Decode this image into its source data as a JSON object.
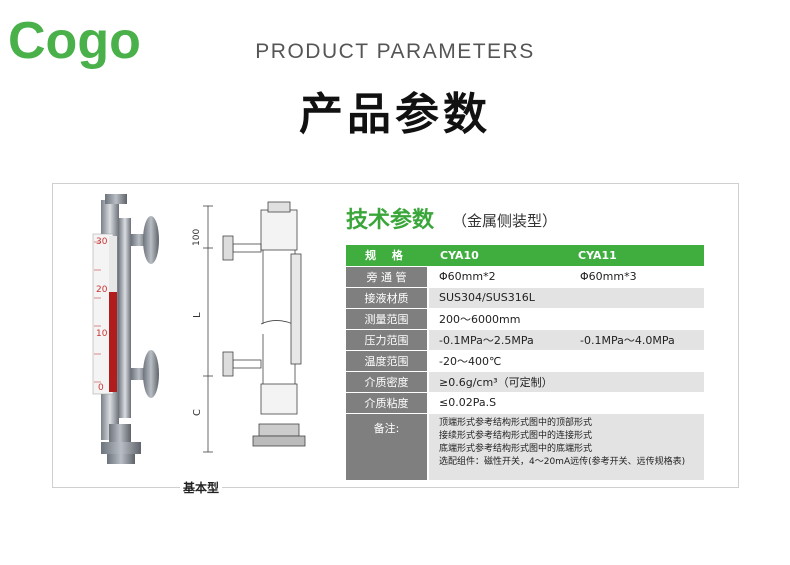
{
  "header": {
    "brand": "Cogo",
    "subtitle": "PRODUCT PARAMETERS",
    "title": "产品参数"
  },
  "figure": {
    "caption": "基本型",
    "scale_ticks": [
      "30",
      "20",
      "10",
      "0"
    ],
    "dim_labels": [
      "100",
      "L",
      "C"
    ]
  },
  "spec": {
    "title": "技术参数",
    "subtitle": "（金属侧装型）",
    "header": {
      "label": "规  格",
      "col1": "CYA10",
      "col2": "CYA11"
    },
    "rows": [
      {
        "label": "旁 通 管",
        "v1": "Φ60mm*2",
        "v2": "Φ60mm*3"
      },
      {
        "label": "接液材质",
        "v1": "SUS304/SUS316L",
        "v2": ""
      },
      {
        "label": "测量范围",
        "v1": "200～6000mm",
        "v2": ""
      },
      {
        "label": "压力范围",
        "v1": "-0.1MPa～2.5MPa",
        "v2": "-0.1MPa～4.0MPa"
      },
      {
        "label": "温度范围",
        "v1": "-20～400℃",
        "v2": ""
      },
      {
        "label": "介质密度",
        "v1": "≥0.6g/cm³（可定制）",
        "v2": ""
      },
      {
        "label": "介质粘度",
        "v1": "≤0.02Pa.S",
        "v2": ""
      }
    ],
    "notes_label": "备注:",
    "notes": [
      "顶端形式参考结构形式图中的顶部形式",
      "接续形式参考结构形式图中的连接形式",
      "底端形式参考结构形式图中的底端形式",
      "选配组件：磁性开关，4～20mA远传(参考开关、远传规格表)"
    ]
  },
  "colors": {
    "accent": "#3fae3f",
    "label_bg": "#7f7f7f",
    "row_alt": "#e3e3e3",
    "level_red": "#b11c1c"
  }
}
